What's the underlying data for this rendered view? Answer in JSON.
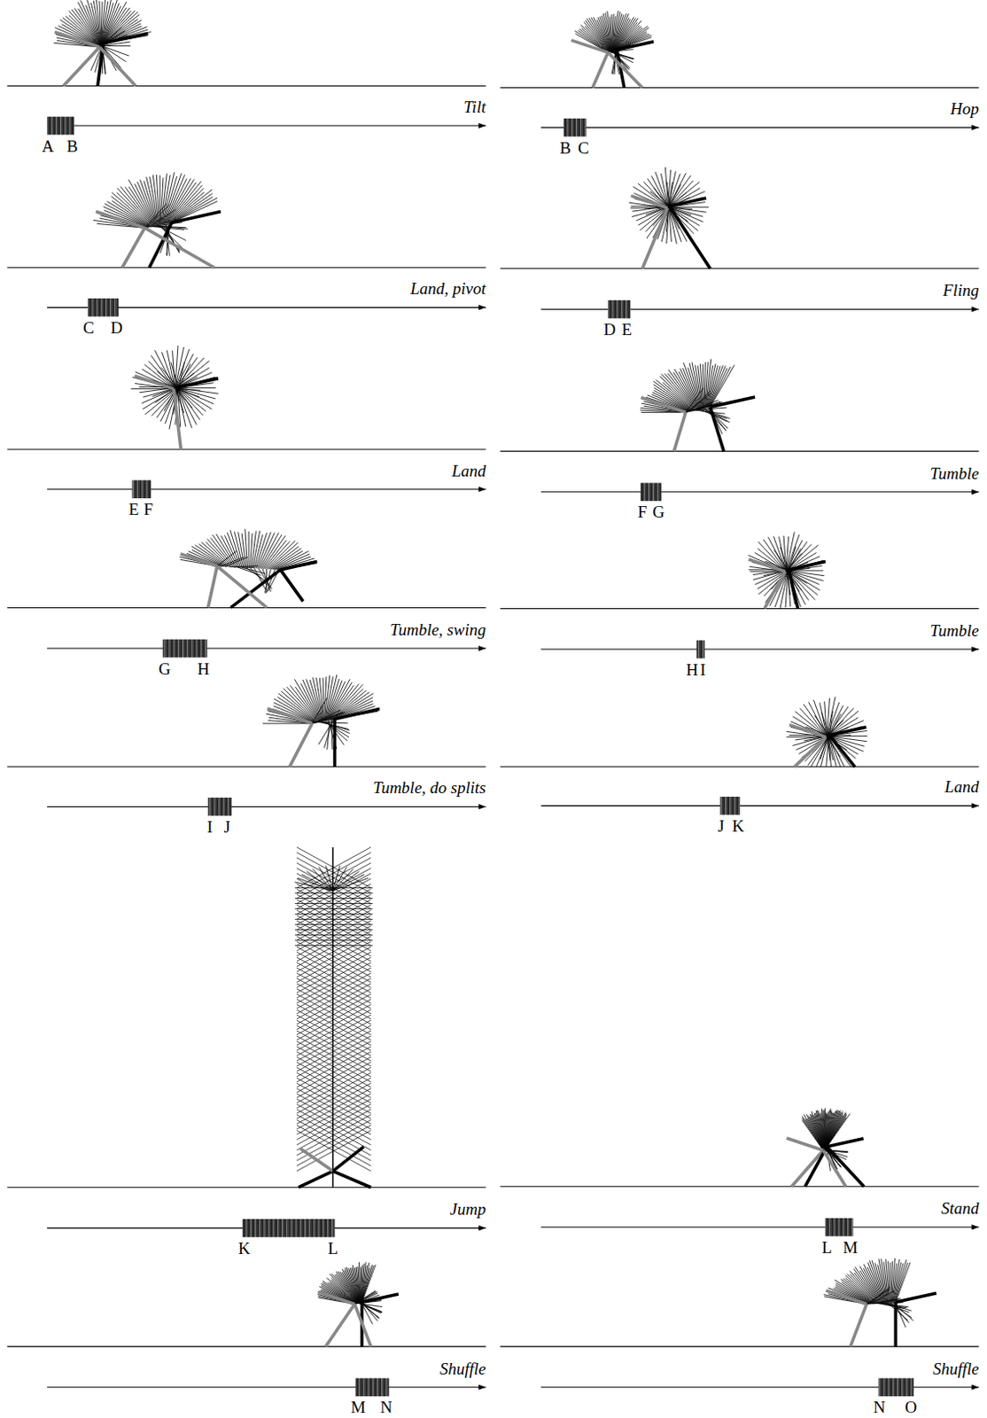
{
  "diagram": {
    "labels": [
      "Tilt",
      "A",
      "B",
      "Hop",
      "B",
      "C",
      "Land, pivot",
      "C",
      "D",
      "Fling",
      "D",
      "E",
      "Land",
      "E",
      "F",
      "Tumble",
      "F",
      "G",
      "Tumble, swing",
      "G",
      "H",
      "Tumble",
      "H",
      "I",
      "Tumble, do splits",
      "I",
      "J",
      "Land",
      "J",
      "K",
      "Jump",
      "K",
      "L",
      "Stand",
      "L",
      "M",
      "Shuffle",
      "M",
      "N",
      "Shuffle",
      "N",
      "O"
    ]
  }
}
